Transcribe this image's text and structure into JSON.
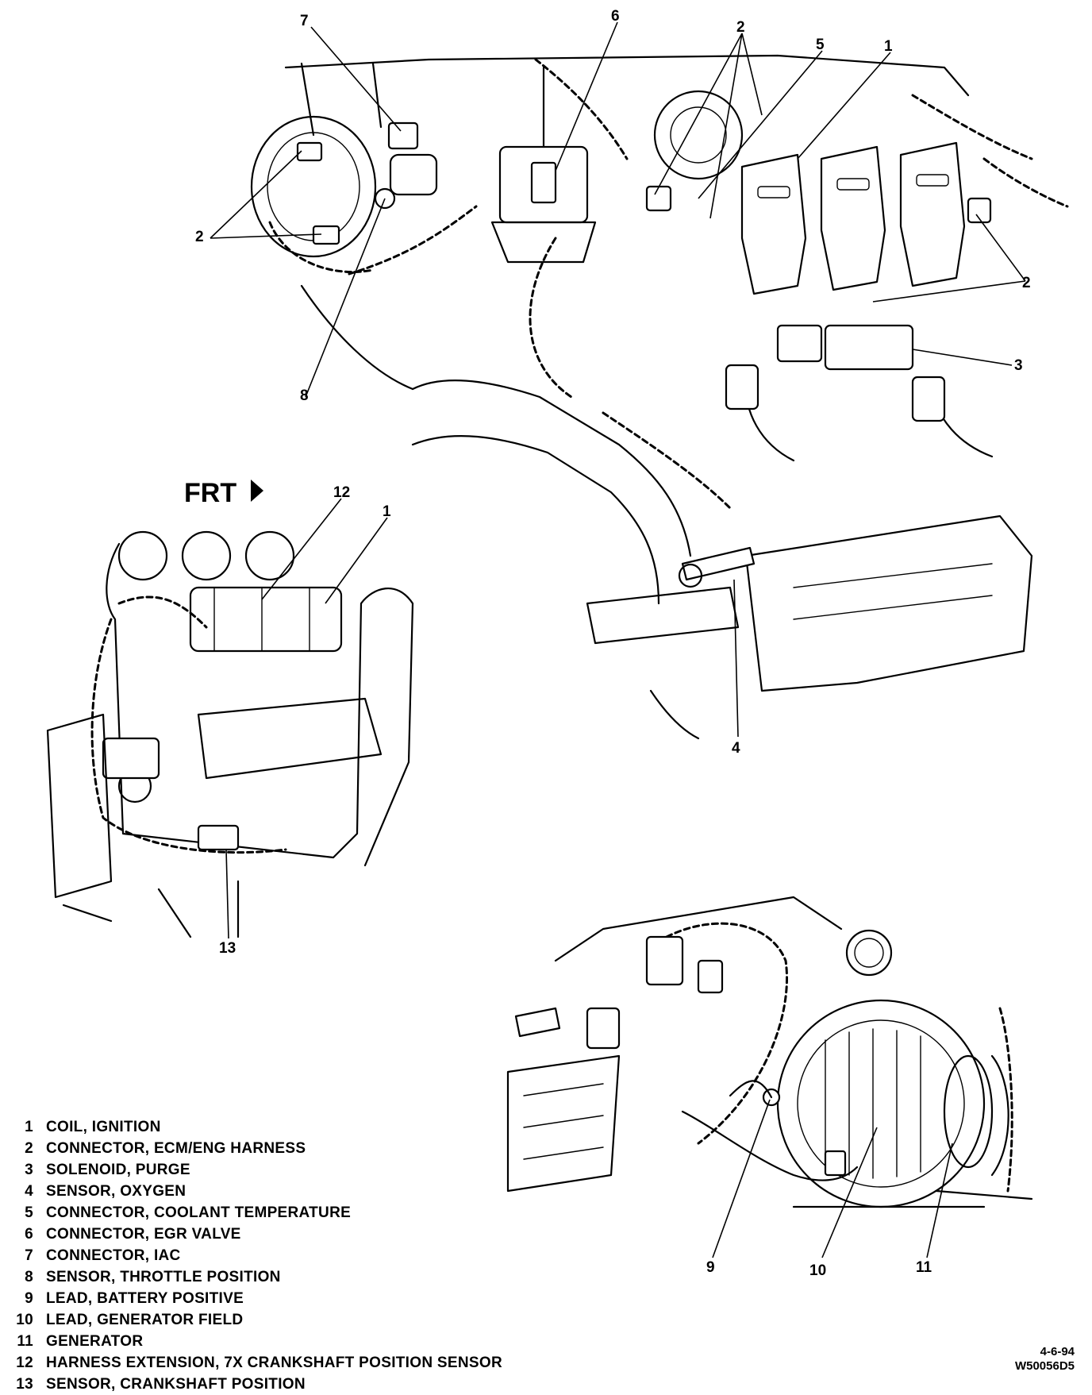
{
  "orientation_label": "FRT",
  "callouts": {
    "top": [
      "7",
      "6",
      "2",
      "5",
      "1",
      "2",
      "2",
      "3",
      "8",
      "4"
    ],
    "left": [
      "12",
      "1",
      "13"
    ],
    "bottom": [
      "9",
      "10",
      "11"
    ]
  },
  "legend": [
    {
      "num": "1",
      "text": "COIL, IGNITION"
    },
    {
      "num": "2",
      "text": "CONNECTOR, ECM/ENG HARNESS"
    },
    {
      "num": "3",
      "text": "SOLENOID, PURGE"
    },
    {
      "num": "4",
      "text": "SENSOR, OXYGEN"
    },
    {
      "num": "5",
      "text": "CONNECTOR, COOLANT TEMPERATURE"
    },
    {
      "num": "6",
      "text": "CONNECTOR, EGR VALVE"
    },
    {
      "num": "7",
      "text": "CONNECTOR, IAC"
    },
    {
      "num": "8",
      "text": "SENSOR, THROTTLE POSITION"
    },
    {
      "num": "9",
      "text": "LEAD, BATTERY POSITIVE"
    },
    {
      "num": "10",
      "text": "LEAD, GENERATOR FIELD"
    },
    {
      "num": "11",
      "text": "GENERATOR"
    },
    {
      "num": "12",
      "text": "HARNESS EXTENSION, 7X CRANKSHAFT POSITION SENSOR"
    },
    {
      "num": "13",
      "text": "SENSOR, CRANKSHAFT POSITION"
    }
  ],
  "stamp": {
    "date": "4-6-94",
    "code": "W50056D5"
  }
}
